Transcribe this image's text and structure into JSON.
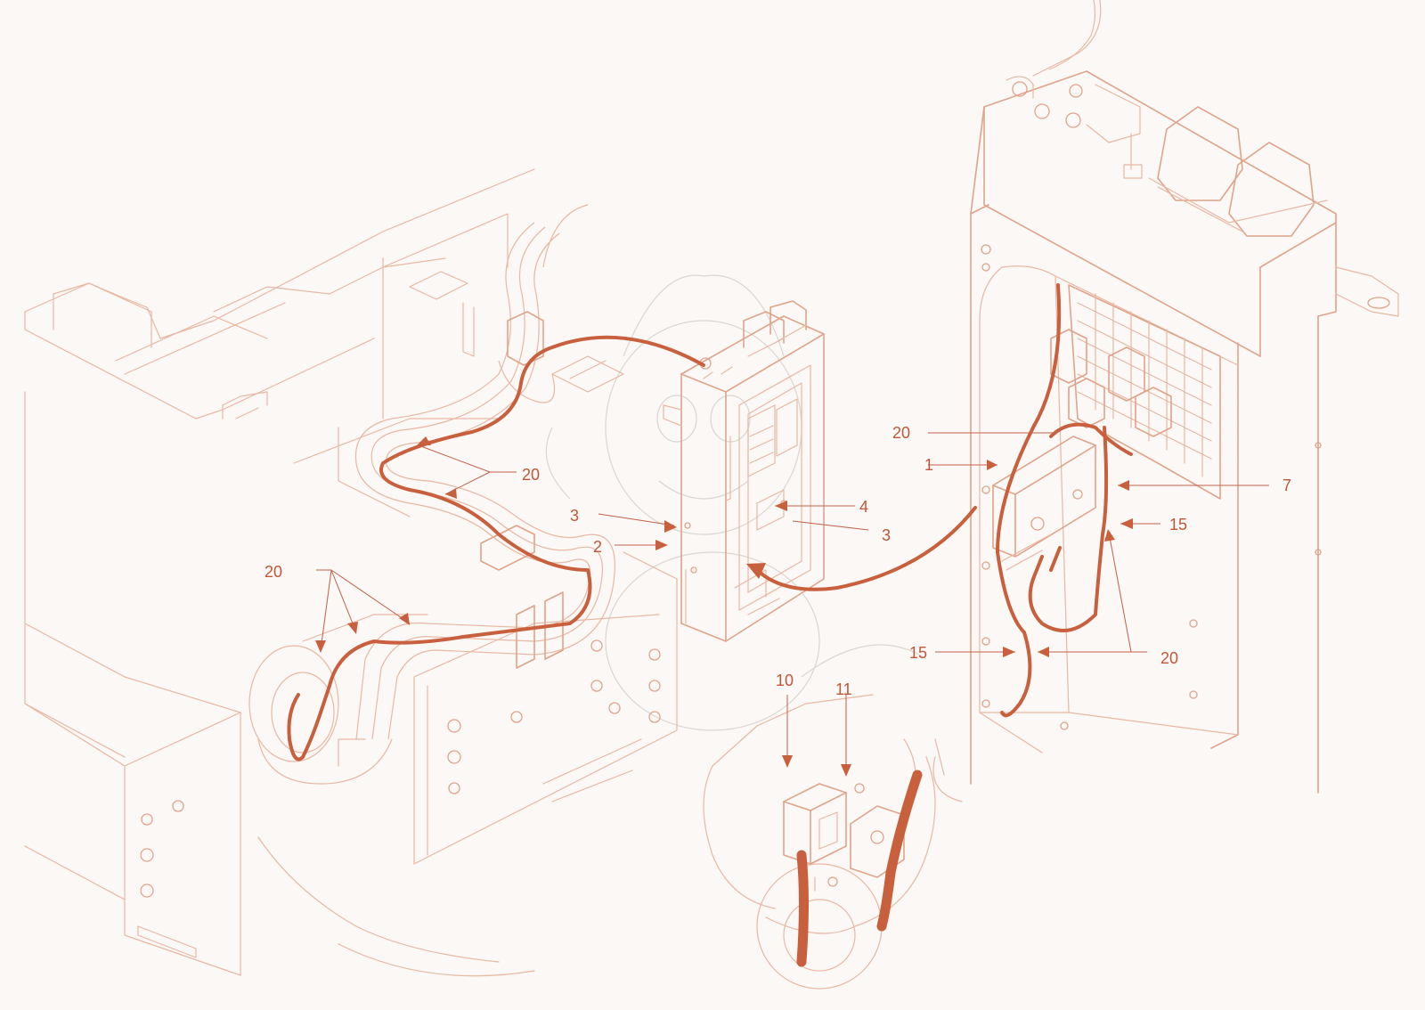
{
  "callouts": {
    "c20_top": "20",
    "c20_left": "20",
    "c20_right_top": "20",
    "c20_right_bottom": "20",
    "c1": "1",
    "c7": "7",
    "c15_upper": "15",
    "c15_lower": "15",
    "c4": "4",
    "c3_left": "3",
    "c3_right": "3",
    "c2": "2",
    "c10": "10",
    "c11": "11"
  },
  "colors": {
    "line_art": "#e8b8a4",
    "cable": "#c8603e",
    "callout_text": "#c0573a",
    "background": "#fbf8f5"
  }
}
